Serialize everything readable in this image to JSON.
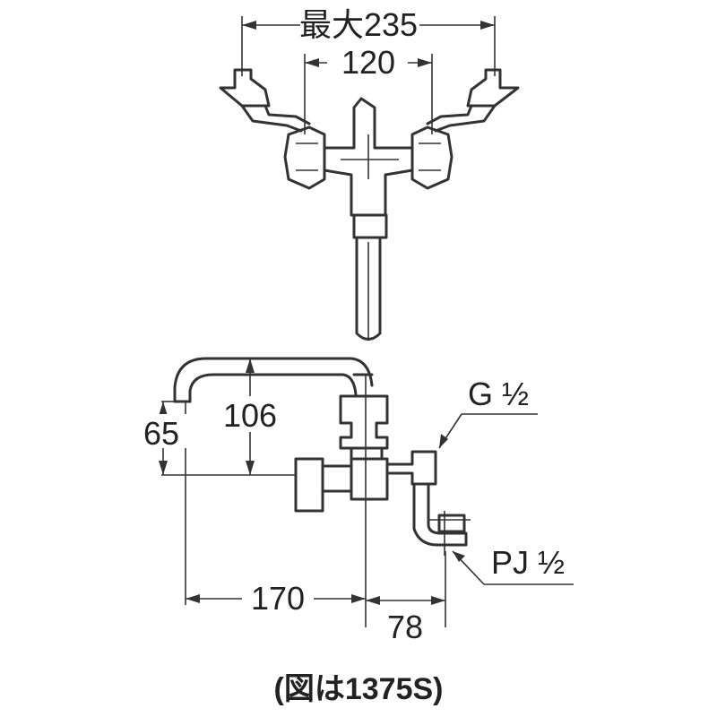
{
  "dimensions": {
    "max_width": "最大235",
    "center_spacing": "120",
    "spout_height": "106",
    "spout_tip_height": "65",
    "spout_reach": "170",
    "wall_offset": "78"
  },
  "connections": {
    "supply": "G ½",
    "outlet": "PJ ½"
  },
  "caption": "(図は1375S)"
}
